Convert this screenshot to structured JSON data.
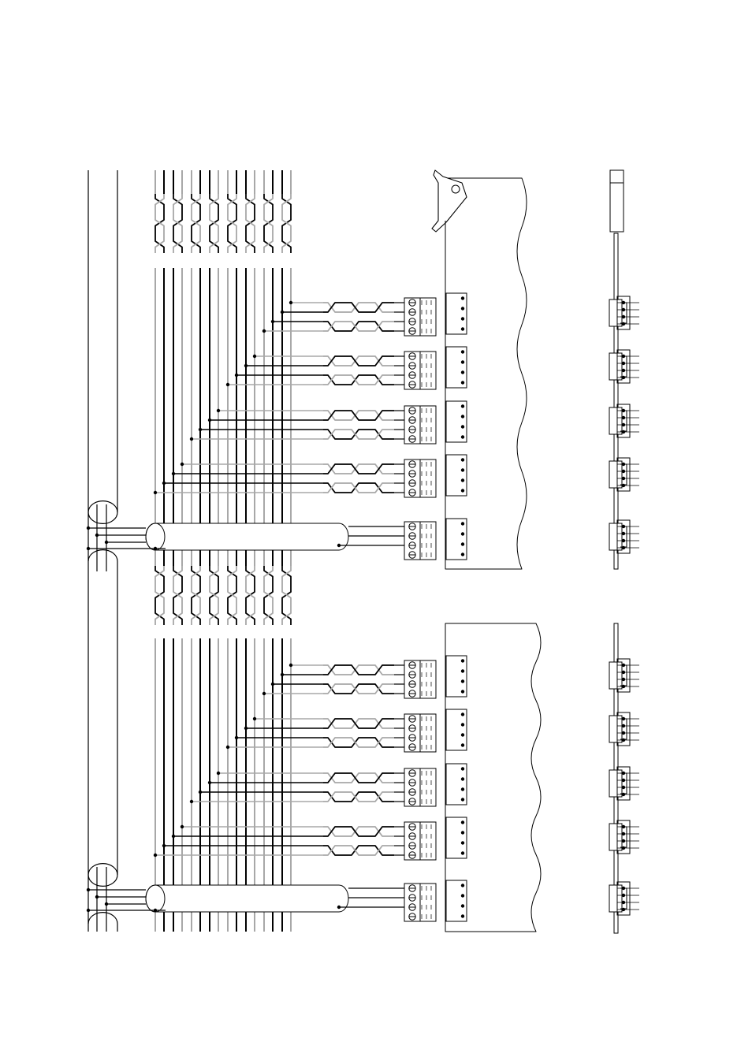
{
  "diagram": {
    "subject": "wiring-diagram",
    "labels": [],
    "modules": 2,
    "terminal_blocks_per_module": 5,
    "colors": {
      "ink": "#000000",
      "gray_wire": "#a8a8a8",
      "paper": "#ffffff"
    }
  }
}
